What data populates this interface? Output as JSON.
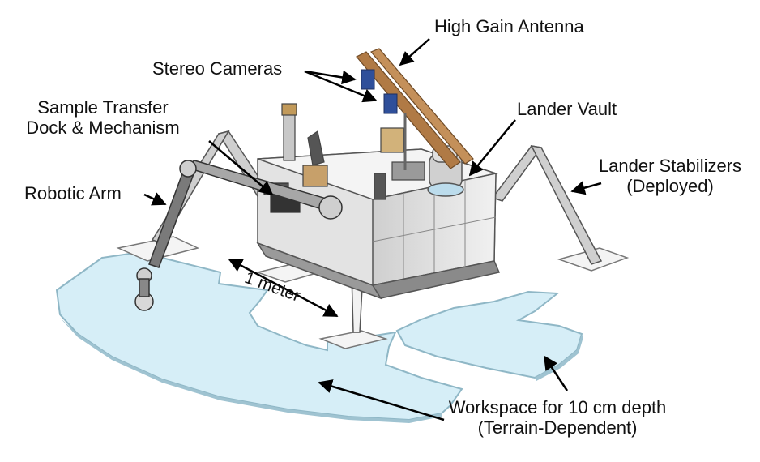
{
  "labels": {
    "high_gain_antenna": "High Gain Antenna",
    "stereo_cameras": "Stereo Cameras",
    "sample_transfer_line1": "Sample Transfer",
    "sample_transfer_line2": "Dock & Mechanism",
    "lander_vault": "Lander Vault",
    "lander_stabilizers_line1": "Lander Stabilizers",
    "lander_stabilizers_line2": "(Deployed)",
    "robotic_arm": "Robotic Arm",
    "one_meter": "1 meter",
    "workspace_line1": "Workspace for 10 cm depth",
    "workspace_line2": "(Terrain-Dependent)"
  },
  "colors": {
    "workspace_fill": "#d6eef7",
    "workspace_edge": "#8fb7c6",
    "lander_body": "#d9d9d9",
    "lander_shadow": "#9a9a9a",
    "antenna": "#b07a45",
    "arrow": "#000000"
  }
}
